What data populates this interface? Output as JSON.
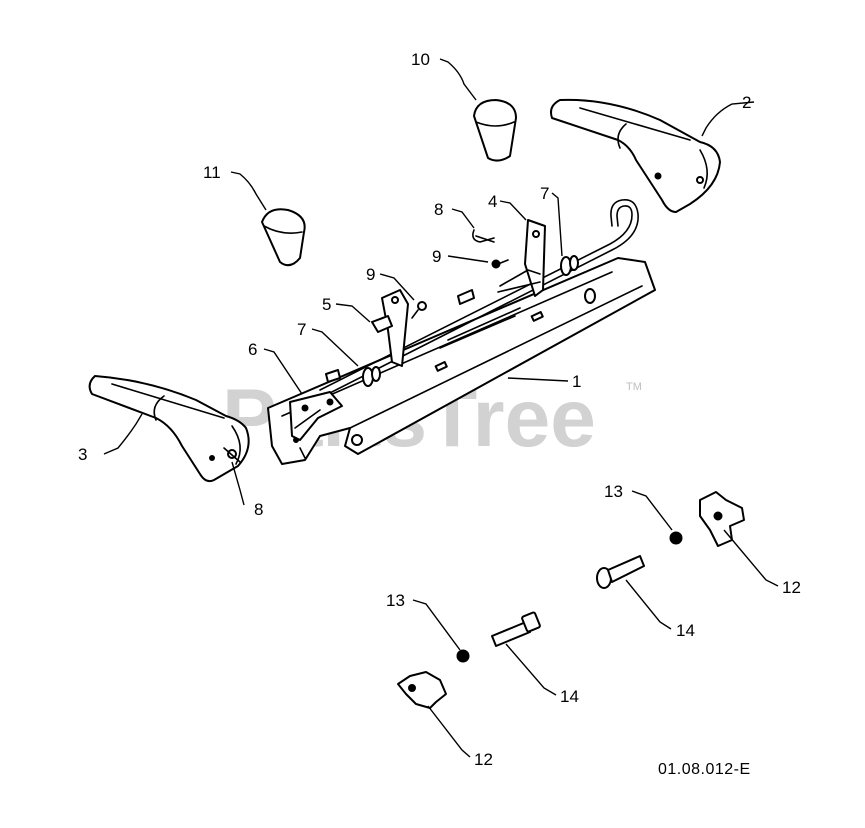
{
  "diagram": {
    "watermark": "PartsTree",
    "trademark": "TM",
    "figure_code": "01.08.012-E",
    "callouts": {
      "c1": "1",
      "c2": "2",
      "c3": "3",
      "c4": "4",
      "c5": "5",
      "c6": "6",
      "c7a": "7",
      "c7b": "7",
      "c8a": "8",
      "c8b": "8",
      "c9a": "9",
      "c9b": "9",
      "c10": "10",
      "c11": "11",
      "c12a": "12",
      "c12b": "12",
      "c13a": "13",
      "c13b": "13",
      "c14a": "14",
      "c14b": "14"
    }
  }
}
